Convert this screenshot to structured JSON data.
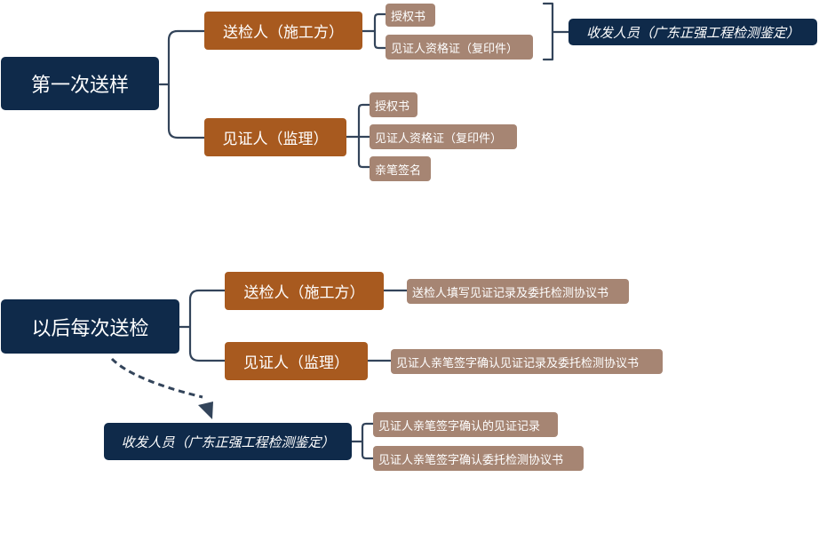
{
  "section1": {
    "root": "第一次送样",
    "branch_a": {
      "label": "送检人（施工方）",
      "items": [
        "授权书",
        "见证人资格证（复印件）"
      ]
    },
    "branch_b": {
      "label": "见证人（监理）",
      "items": [
        "授权书",
        "见证人资格证（复印件）",
        "亲笔签名"
      ]
    },
    "receiver": "收发人员（广东正强工程检测鉴定）"
  },
  "section2": {
    "root": "以后每次送检",
    "branch_a": {
      "label": "送检人（施工方）",
      "item": "送检人填写见证记录及委托检测协议书"
    },
    "branch_b": {
      "label": "见证人（监理）",
      "item": "见证人亲笔签字确认见证记录及委托检测协议书"
    },
    "receiver": {
      "label": "收发人员（广东正强工程检测鉴定）",
      "items": [
        "见证人亲笔签字确认的见证记录",
        "见证人亲笔签字确认委托检测协议书"
      ]
    }
  },
  "colors": {
    "root": "#0f2a4a",
    "branch": "#a85a1f",
    "leaf": "#a68573",
    "connector": "#33445a"
  }
}
